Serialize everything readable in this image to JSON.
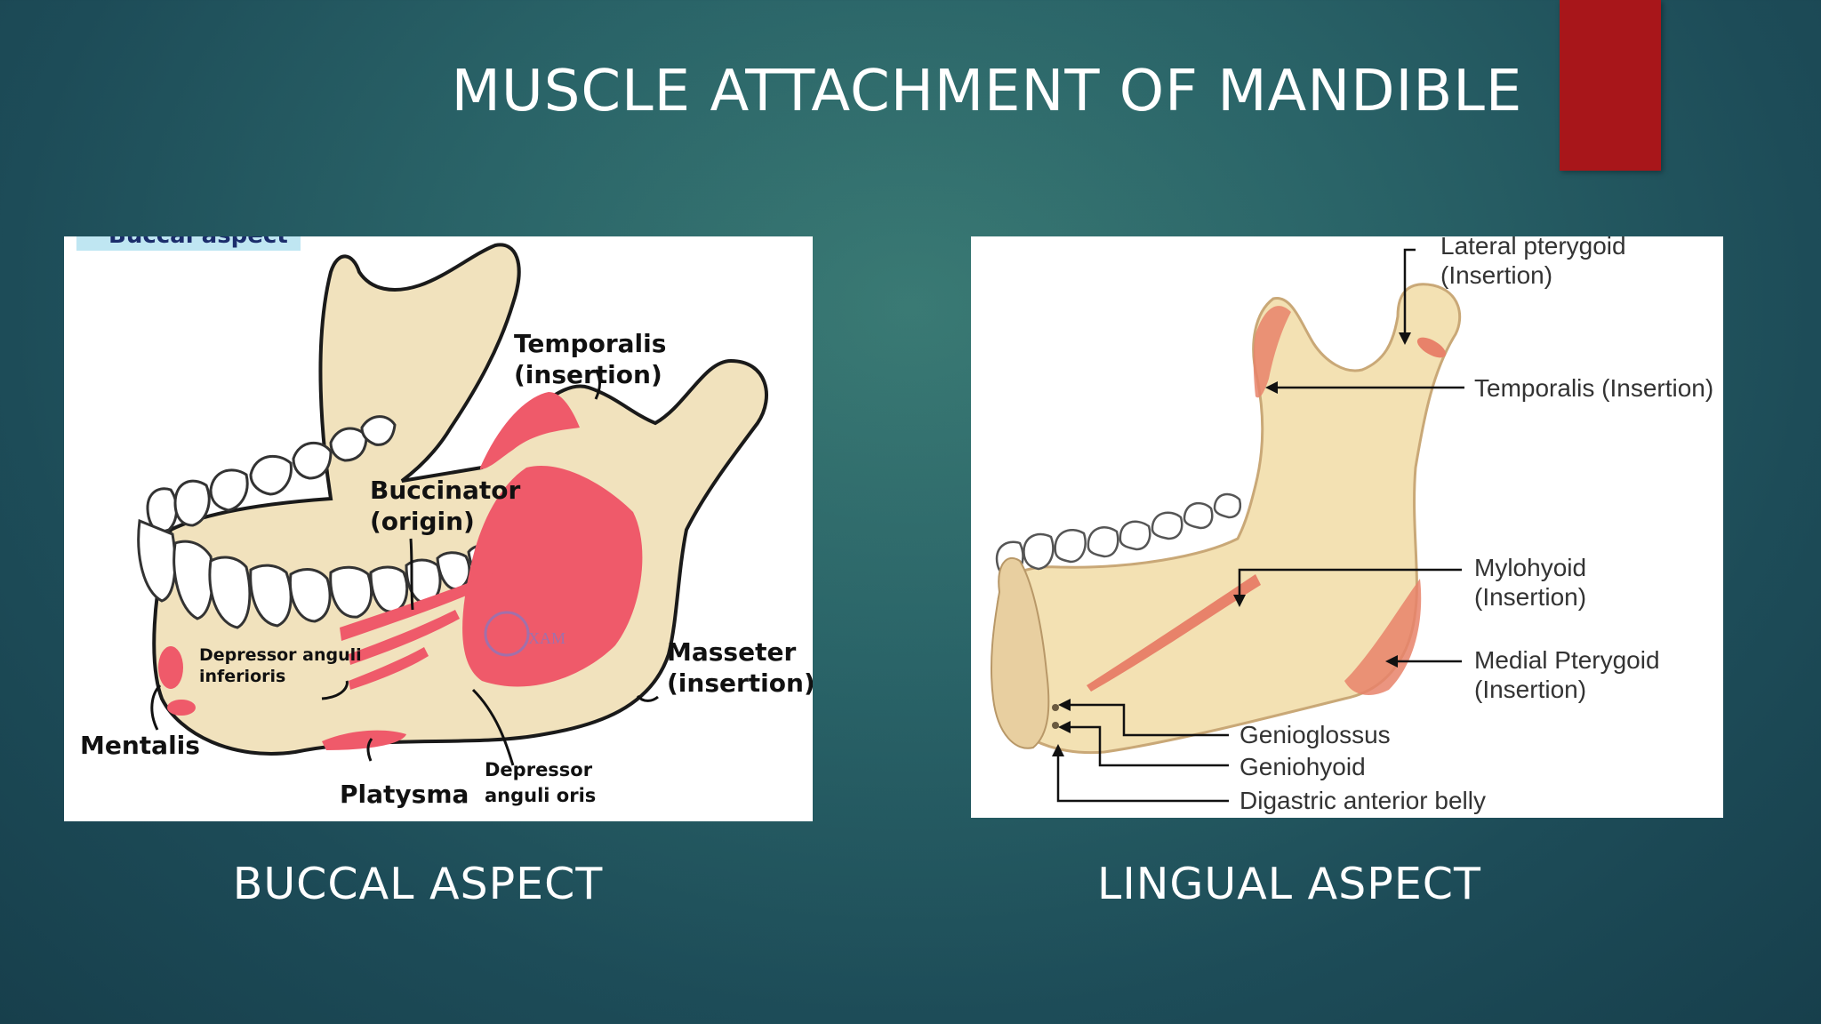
{
  "slide": {
    "title": "MUSCLE ATTACHMENT OF MANDIBLE",
    "accent_color": "#a8161a",
    "background_color": "#2a6468"
  },
  "buccal": {
    "caption": "BUCCAL ASPECT",
    "panel_tag": "Buccal aspect",
    "watermark": "XAM",
    "labels": {
      "temporalis": "Temporalis\n(insertion)",
      "buccinator": "Buccinator\n(origin)",
      "masseter": "Masseter\n(insertion)",
      "depressor_anguli_inferioris": "Depressor anguli\ninferioris",
      "mentalis": "Mentalis",
      "platysma": "Platysma",
      "depressor_anguli_oris": "Depressor\nanguli oris"
    },
    "colors": {
      "bone": "#f1e2bd",
      "muscle": "#ef5a6a"
    }
  },
  "lingual": {
    "caption": "LINGUAL ASPECT",
    "labels": {
      "lateral_pterygoid": "Lateral pterygoid\n(Insertion)",
      "temporalis": "Temporalis (Insertion)",
      "mylohyoid": "Mylohyoid\n(Insertion)",
      "medial_pterygoid": "Medial Pterygoid\n(Insertion)",
      "genioglossus": "Genioglossus",
      "geniohyoid": "Geniohyoid",
      "digastric": "Digastric anterior belly"
    },
    "colors": {
      "bone": "#f3e1b3",
      "muscle": "#e8826a"
    }
  }
}
